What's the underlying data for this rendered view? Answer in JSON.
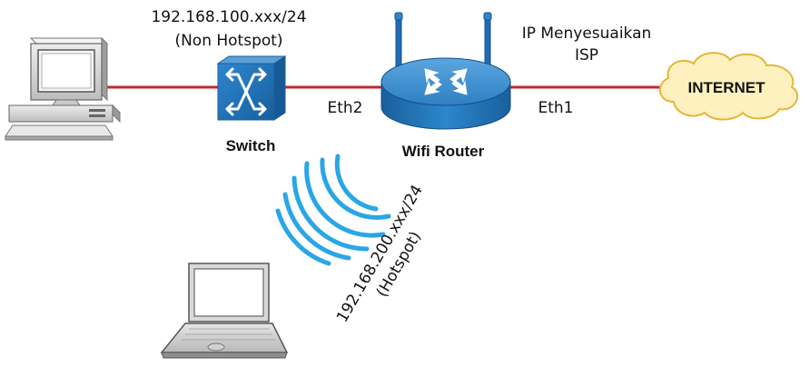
{
  "labels": {
    "non_hotspot_ip": "192.168.100.xxx/24",
    "non_hotspot_note": "(Non Hotspot)",
    "isp_line1": "IP Menyesuaikan",
    "isp_line2": "ISP",
    "switch": "Switch",
    "router": "Wifi Router",
    "eth2": "Eth2",
    "eth1": "Eth1",
    "internet": "INTERNET",
    "hotspot_ip": "192.168.200.xxx/24",
    "hotspot_note": "(Hotspot)"
  },
  "icons": {
    "pc": "desktop-computer-icon",
    "switch": "network-switch-icon",
    "router": "wireless-router-icon",
    "cloud": "internet-cloud-icon",
    "laptop": "laptop-icon",
    "wifi": "wifi-signal-icon"
  },
  "colors": {
    "link": "#c0282d",
    "device_blue": "#1f6fb7",
    "wifi_blue": "#2aa6e6",
    "cloud_fill": "#fdf2bf",
    "cloud_stroke": "#e8b43a"
  }
}
